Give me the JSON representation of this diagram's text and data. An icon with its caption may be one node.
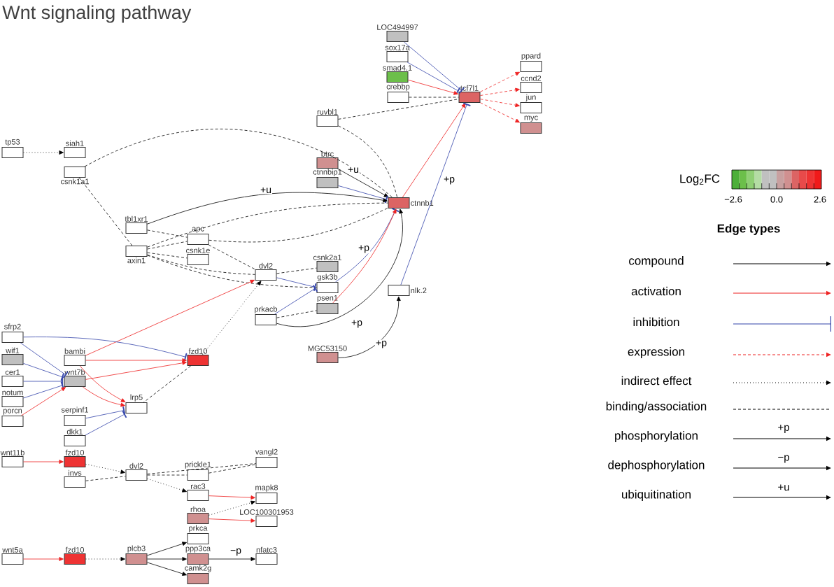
{
  "diagram": {
    "title": "Wnt signaling pathway",
    "nodes": [
      {
        "text": [
          "tp53"
        ]
      },
      {
        "text": [
          "siah1"
        ]
      },
      {
        "text": [
          "csnk1a1"
        ]
      },
      {
        "text": [
          "tbl1xr1"
        ]
      },
      {
        "text": [
          "apc"
        ]
      },
      {
        "text": [
          "axin1"
        ]
      },
      {
        "text": [
          "csnk1e"
        ]
      },
      {
        "text": [
          "dvl2"
        ]
      },
      {
        "text": [
          "csnk2a1"
        ]
      },
      {
        "text": [
          "gsk3b"
        ]
      },
      {
        "text": [
          "psen1"
        ]
      },
      {
        "text": [
          "prkacb"
        ]
      },
      {
        "text": [
          "nlk.2"
        ]
      },
      {
        "text": [
          "MGC53150"
        ]
      },
      {
        "text": [
          "ruvbl1"
        ]
      },
      {
        "text": [
          "btrc"
        ]
      },
      {
        "text": [
          "ctnnbip1"
        ]
      },
      {
        "text": [
          "ctnnb1"
        ]
      },
      {
        "text": [
          "LOC494997"
        ]
      },
      {
        "text": [
          "sox17a"
        ]
      },
      {
        "text": [
          "smad4.1"
        ]
      },
      {
        "text": [
          "crebbp"
        ]
      },
      {
        "text": [
          "tcf7l1"
        ]
      },
      {
        "text": [
          "ppard"
        ]
      },
      {
        "text": [
          "ccnd2"
        ]
      },
      {
        "text": [
          "jun"
        ]
      },
      {
        "text": [
          "myc"
        ]
      },
      {
        "text": [
          "sfrp2"
        ]
      },
      {
        "text": [
          "wif1"
        ]
      },
      {
        "text": [
          "cer1"
        ]
      },
      {
        "text": [
          "notum"
        ]
      },
      {
        "text": [
          "porcn"
        ]
      },
      {
        "text": [
          "bambi"
        ]
      },
      {
        "text": [
          "wnt7b"
        ]
      },
      {
        "text": [
          "fzd10"
        ]
      },
      {
        "text": [
          "lrp5"
        ]
      },
      {
        "text": [
          "serpinf1"
        ]
      },
      {
        "text": [
          "dkk1"
        ]
      },
      {
        "text": [
          "wnt11b"
        ]
      },
      {
        "text": [
          "fzd10"
        ]
      },
      {
        "text": [
          "invs"
        ]
      },
      {
        "text": [
          "dvl2"
        ]
      },
      {
        "text": [
          "prickle1"
        ]
      },
      {
        "text": [
          "vangl2"
        ]
      },
      {
        "text": [
          "rac3"
        ]
      },
      {
        "text": [
          "mapk8"
        ]
      },
      {
        "text": [
          "rhoa"
        ]
      },
      {
        "text": [
          "LOC100301953"
        ]
      },
      {
        "text": [
          "prkca"
        ]
      },
      {
        "text": [
          "wnt5a"
        ]
      },
      {
        "text": [
          "fzd10"
        ]
      },
      {
        "text": [
          "plcb3"
        ]
      },
      {
        "text": [
          "ppp3ca"
        ]
      },
      {
        "text": [
          "nfatc3"
        ]
      },
      {
        "text": [
          "camk2g"
        ]
      }
    ],
    "edges": [
      {
        "from": 0,
        "to": 1,
        "arrow": "to",
        "style": "dashed"
      },
      {
        "from": 2,
        "to": 17,
        "arrow": "none",
        "style": "dashed"
      },
      {
        "from": 2,
        "to": 5,
        "arrow": "none",
        "style": "dashed"
      },
      {
        "from": 14,
        "to": 22,
        "arrow": "none",
        "style": "dashed"
      },
      {
        "from": 14,
        "to": 17,
        "arrow": "none",
        "style": "dashed"
      },
      {
        "from": 21,
        "to": 22,
        "arrow": "none",
        "style": "dashed"
      },
      {
        "from": 18,
        "to": 22,
        "arrow": "other",
        "color": "#3344aa"
      },
      {
        "from": 19,
        "to": 22,
        "arrow": "other",
        "color": "#3344aa"
      },
      {
        "from": 20,
        "to": 22,
        "arrow": "to",
        "color": "#ee2222"
      },
      {
        "from": 22,
        "to": 23,
        "arrow": "to",
        "style": "dashed",
        "color": "#ee2222"
      },
      {
        "from": 22,
        "to": 24,
        "arrow": "to",
        "style": "dashed",
        "color": "#ee2222"
      },
      {
        "from": 22,
        "to": 25,
        "arrow": "to",
        "style": "dashed",
        "color": "#ee2222"
      },
      {
        "from": 22,
        "to": 26,
        "arrow": "to",
        "style": "dashed",
        "color": "#ee2222"
      },
      {
        "from": 17,
        "to": 22,
        "arrow": "to",
        "color": "#ee2222"
      },
      {
        "from": 12,
        "to": 22,
        "arrow": "other",
        "color": "#3344aa",
        "label": "+p"
      },
      {
        "from": 15,
        "to": 17,
        "arrow": "to",
        "label": "+u"
      },
      {
        "from": 16,
        "to": 17,
        "arrow": "other",
        "color": "#3344aa"
      },
      {
        "from": 3,
        "to": 17,
        "arrow": "to",
        "label": "+u"
      },
      {
        "from": 5,
        "to": 17,
        "arrow": "none",
        "style": "dashed"
      },
      {
        "from": 3,
        "to": 4,
        "arrow": "none",
        "style": "dashed"
      },
      {
        "from": 4,
        "to": 7,
        "arrow": "none",
        "style": "dashed"
      },
      {
        "from": 4,
        "to": 17,
        "arrow": "none",
        "style": "dashed"
      },
      {
        "from": 5,
        "to": 4,
        "arrow": "none",
        "style": "dashed"
      },
      {
        "from": 5,
        "to": 6,
        "arrow": "none",
        "style": "dashed"
      },
      {
        "from": 5,
        "to": 7,
        "arrow": "none",
        "style": "dashed"
      },
      {
        "from": 5,
        "to": 9,
        "arrow": "none",
        "style": "dashed"
      },
      {
        "from": 7,
        "to": 8,
        "arrow": "none",
        "style": "dashed"
      },
      {
        "from": 7,
        "to": 9,
        "arrow": "other",
        "color": "#3344aa"
      },
      {
        "from": 11,
        "to": 9,
        "arrow": "other",
        "color": "#3344aa"
      },
      {
        "from": 11,
        "to": 10,
        "arrow": "none",
        "style": "dashed"
      },
      {
        "from": 9,
        "to": 17,
        "arrow": "other",
        "color": "#3344aa",
        "label": "+p"
      },
      {
        "from": 10,
        "to": 17,
        "arrow": "to",
        "color": "#ee2222"
      },
      {
        "from": 11,
        "to": 17,
        "arrow": "to",
        "label": "+p"
      },
      {
        "from": 13,
        "to": 12,
        "arrow": "to",
        "label": "+p"
      },
      {
        "from": 32,
        "to": 7,
        "arrow": "to",
        "color": "#ee2222"
      },
      {
        "from": 34,
        "to": 7,
        "arrow": "to",
        "style": "dashed"
      },
      {
        "from": 34,
        "to": 35,
        "arrow": "none",
        "style": "dashed"
      },
      {
        "from": 27,
        "to": 34,
        "arrow": "other",
        "color": "#3344aa"
      },
      {
        "from": 32,
        "to": 34,
        "arrow": "to",
        "color": "#ee2222"
      },
      {
        "from": 33,
        "to": 34,
        "arrow": "to",
        "color": "#ee2222"
      },
      {
        "from": 32,
        "to": 35,
        "arrow": "to",
        "color": "#ee2222"
      },
      {
        "from": 33,
        "to": 35,
        "arrow": "to",
        "color": "#ee2222"
      },
      {
        "from": 27,
        "to": 33,
        "arrow": "other",
        "color": "#3344aa"
      },
      {
        "from": 28,
        "to": 33,
        "arrow": "other",
        "color": "#3344aa"
      },
      {
        "from": 29,
        "to": 33,
        "arrow": "other",
        "color": "#3344aa"
      },
      {
        "from": 30,
        "to": 33,
        "arrow": "other",
        "color": "#3344aa"
      },
      {
        "from": 31,
        "to": 33,
        "arrow": "to",
        "color": "#ee2222"
      },
      {
        "from": 36,
        "to": 35,
        "arrow": "other",
        "color": "#3344aa"
      },
      {
        "from": 37,
        "to": 35,
        "arrow": "other",
        "color": "#3344aa"
      },
      {
        "from": 38,
        "to": 39,
        "arrow": "to",
        "color": "#ee2222"
      },
      {
        "from": 39,
        "to": 41,
        "arrow": "to",
        "style": "dashed"
      },
      {
        "from": 40,
        "to": 41,
        "arrow": "none",
        "style": "dashed"
      },
      {
        "from": 41,
        "to": 43,
        "arrow": "none",
        "style": "dashed"
      },
      {
        "from": 41,
        "to": 42,
        "arrow": "none",
        "style": "dashed"
      },
      {
        "from": 42,
        "to": 43,
        "arrow": "none",
        "style": "dashed"
      },
      {
        "from": 41,
        "to": 44,
        "arrow": "to",
        "style": "dashed"
      },
      {
        "from": 44,
        "to": 45,
        "arrow": "to",
        "color": "#ee2222"
      },
      {
        "from": 46,
        "to": 45,
        "arrow": "to",
        "style": "dashed"
      },
      {
        "from": 46,
        "to": 47,
        "arrow": "to",
        "color": "#ee2222"
      },
      {
        "from": 49,
        "to": 50,
        "arrow": "to",
        "color": "#ee2222"
      },
      {
        "from": 50,
        "to": 51,
        "arrow": "to",
        "style": "dashed"
      },
      {
        "from": 51,
        "to": 48,
        "arrow": "to"
      },
      {
        "from": 51,
        "to": 52,
        "arrow": "to"
      },
      {
        "from": 51,
        "to": 54,
        "arrow": "to"
      },
      {
        "from": 52,
        "to": 53,
        "arrow": "to",
        "label": "−p"
      }
    ],
    "labels": [
      "Log$_{2}$FC",
      "−2.6",
      "0.0",
      "2.6",
      "Edge types",
      "+p",
      "−p",
      "+u"
    ],
    "legend": [
      {
        "text": "compound"
      },
      {
        "text": "activation"
      },
      {
        "text": "inhibition"
      },
      {
        "text": "expression"
      },
      {
        "text": "indirect effect"
      },
      {
        "text": "binding/association"
      },
      {
        "text": "phosphorylation"
      },
      {
        "text": "dephosphorylation"
      },
      {
        "text": "ubiquitination"
      }
    ]
  }
}
